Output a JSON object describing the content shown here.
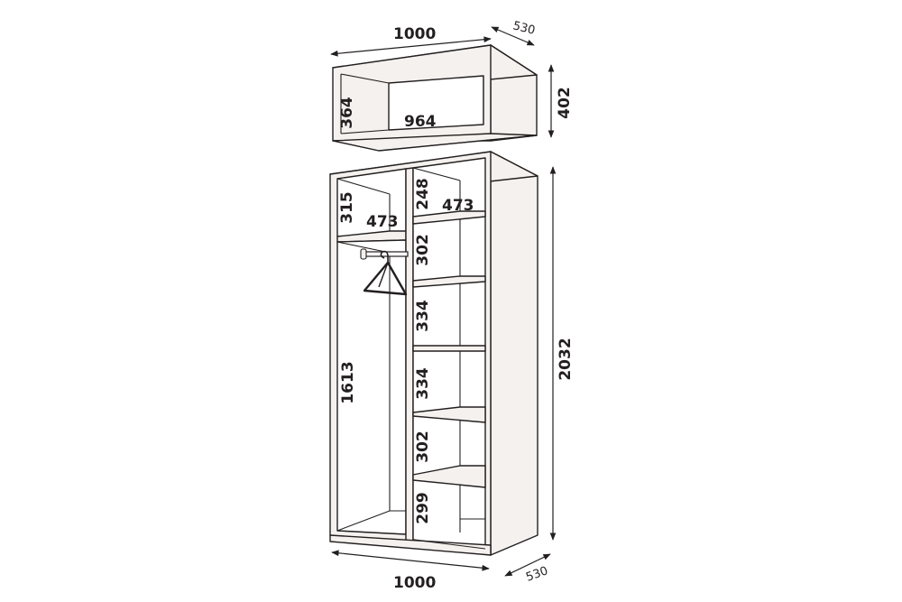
{
  "top_box": {
    "width": "1000",
    "depth": "530",
    "height": "402",
    "inner_height": "364",
    "inner_width": "964"
  },
  "wardrobe": {
    "height": "2032",
    "width": "1000",
    "depth": "530",
    "left": {
      "top_shelf_height": "315",
      "shelf_width": "473",
      "hanging_height": "1613"
    },
    "right": {
      "shelf_width": "473",
      "compartments": [
        "248",
        "302",
        "334",
        "334",
        "302",
        "299"
      ]
    }
  }
}
